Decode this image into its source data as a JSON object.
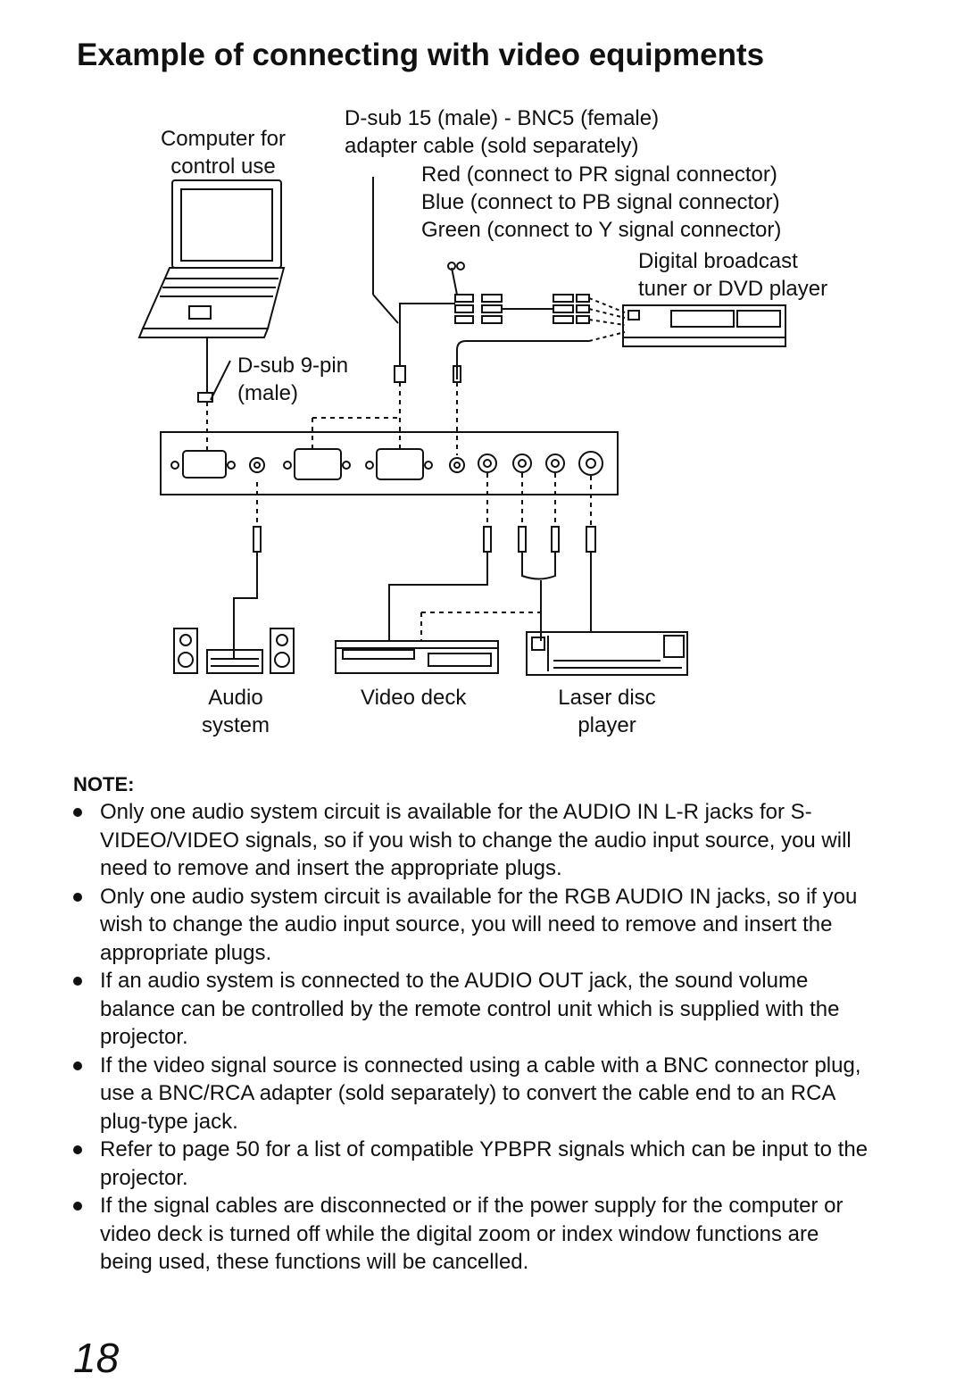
{
  "title": "Example of connecting with video equipments",
  "labels": {
    "computer": [
      "Computer for",
      "control use"
    ],
    "adapter_cable": [
      "D-sub 15 (male) - BNC5 (female)",
      "adapter cable (sold separately)"
    ],
    "red": "Red (connect to PR signal connector)",
    "blue": "Blue (connect to PB signal connector)",
    "green": "Green (connect to Y signal connector)",
    "dvd": [
      "Digital broadcast",
      "tuner or DVD player"
    ],
    "dsub9": [
      "D-sub 9-pin",
      "(male)"
    ],
    "audio": [
      "Audio",
      "system"
    ],
    "video_deck": "Video deck",
    "laser": [
      "Laser disc",
      "player"
    ]
  },
  "note_heading": "NOTE:",
  "notes": [
    "Only one audio system circuit is available for the AUDIO IN L-R jacks for S-VIDEO/VIDEO signals, so if you wish to change the audio input source, you will need to remove and insert the appropriate plugs.",
    "Only one audio system circuit is available for the RGB AUDIO IN jacks, so if you wish to change the audio input source, you will need to remove and insert the appropriate plugs.",
    "If an audio system is connected to the AUDIO OUT jack, the sound volume balance can be controlled by the remote control unit which is supplied with the projector.",
    "If the video signal source is connected using a cable with a BNC connector plug, use a BNC/RCA adapter (sold separately) to convert the cable end to an RCA plug-type jack.",
    "Refer to page 50 for a list of compatible YPBPR signals which can be input to the projector.",
    "If the signal cables are disconnected or if the power supply for the computer or video deck is turned off while the digital zoom or index window functions are being used, these functions will be cancelled."
  ],
  "page_number": "18"
}
